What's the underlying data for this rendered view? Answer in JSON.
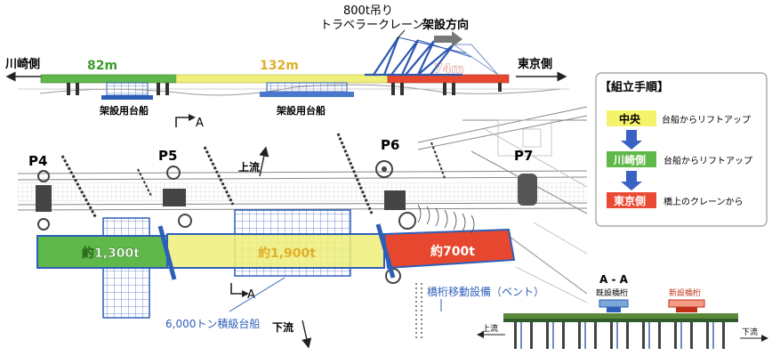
{
  "elevation": {
    "left_label": "川崎側",
    "right_label": "東京側",
    "span_left": "82m",
    "span_center": "132m",
    "span_right": "74m",
    "crane_label_line1": "800t吊り",
    "crane_label_line2": "トラベラークレーン",
    "direction_label": "架設方向",
    "barge_label_1": "架設用台船",
    "barge_label_2": "架設用台船",
    "section_marker_top": "A"
  },
  "plan": {
    "piers": [
      "P4",
      "P5",
      "P6",
      "P7"
    ],
    "upstream": "上流",
    "downstream": "下流",
    "weight_left": "約1,300t",
    "weight_center": "約1,900t",
    "weight_right": "約700t",
    "barge_note": "6,000トン積級台船",
    "section_marker_bottom": "A"
  },
  "procedure": {
    "title": "【組立手順】",
    "steps": [
      {
        "label": "中央",
        "desc": "台船からリフトアップ",
        "color": "#f4f36a"
      },
      {
        "label": "川崎側",
        "desc": "台船からリフトアップ",
        "color": "#5fb84a"
      },
      {
        "label": "東京側",
        "desc": "橋上のクレーンから",
        "color": "#ea4a35"
      }
    ]
  },
  "section": {
    "bent_label": "橋桁移動設備（ベント）",
    "title": "A - A",
    "existing": "既設橋桁",
    "new": "新設橋桁",
    "upstream": "上流",
    "downstream": "下流"
  },
  "colors": {
    "green": "#5fb84a",
    "yellow": "#eef07a",
    "red": "#e8472f",
    "blue": "#2e5fb8",
    "crane_blue": "#2d58b3"
  }
}
